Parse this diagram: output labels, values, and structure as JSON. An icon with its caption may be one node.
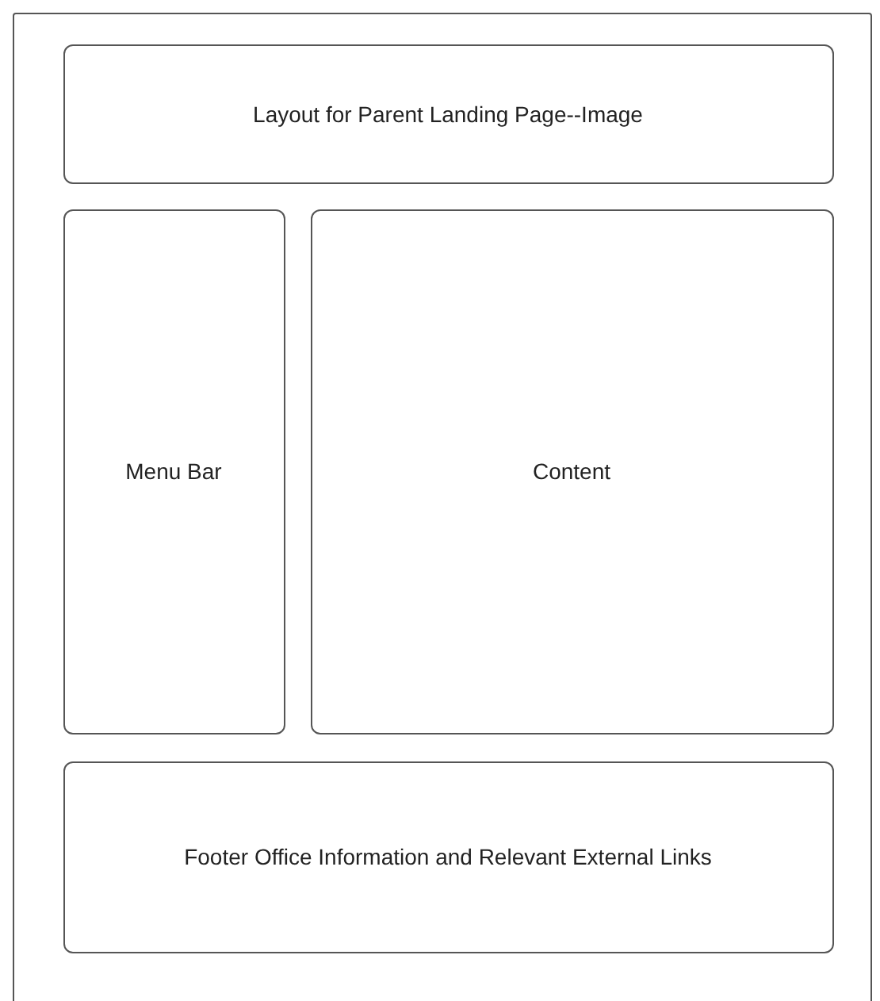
{
  "diagram": {
    "nodes": [
      {
        "text": [],
        "shape": "box"
      },
      {
        "text": [
          "Layout for Parent Landing Page--Image"
        ],
        "in": 0
      },
      {
        "text": [
          "Menu Bar"
        ],
        "in": 0
      },
      {
        "text": [
          "Content"
        ],
        "in": 0
      },
      {
        "text": [
          "Footer Office Information and Relevant External Links"
        ],
        "in": 0
      }
    ]
  }
}
